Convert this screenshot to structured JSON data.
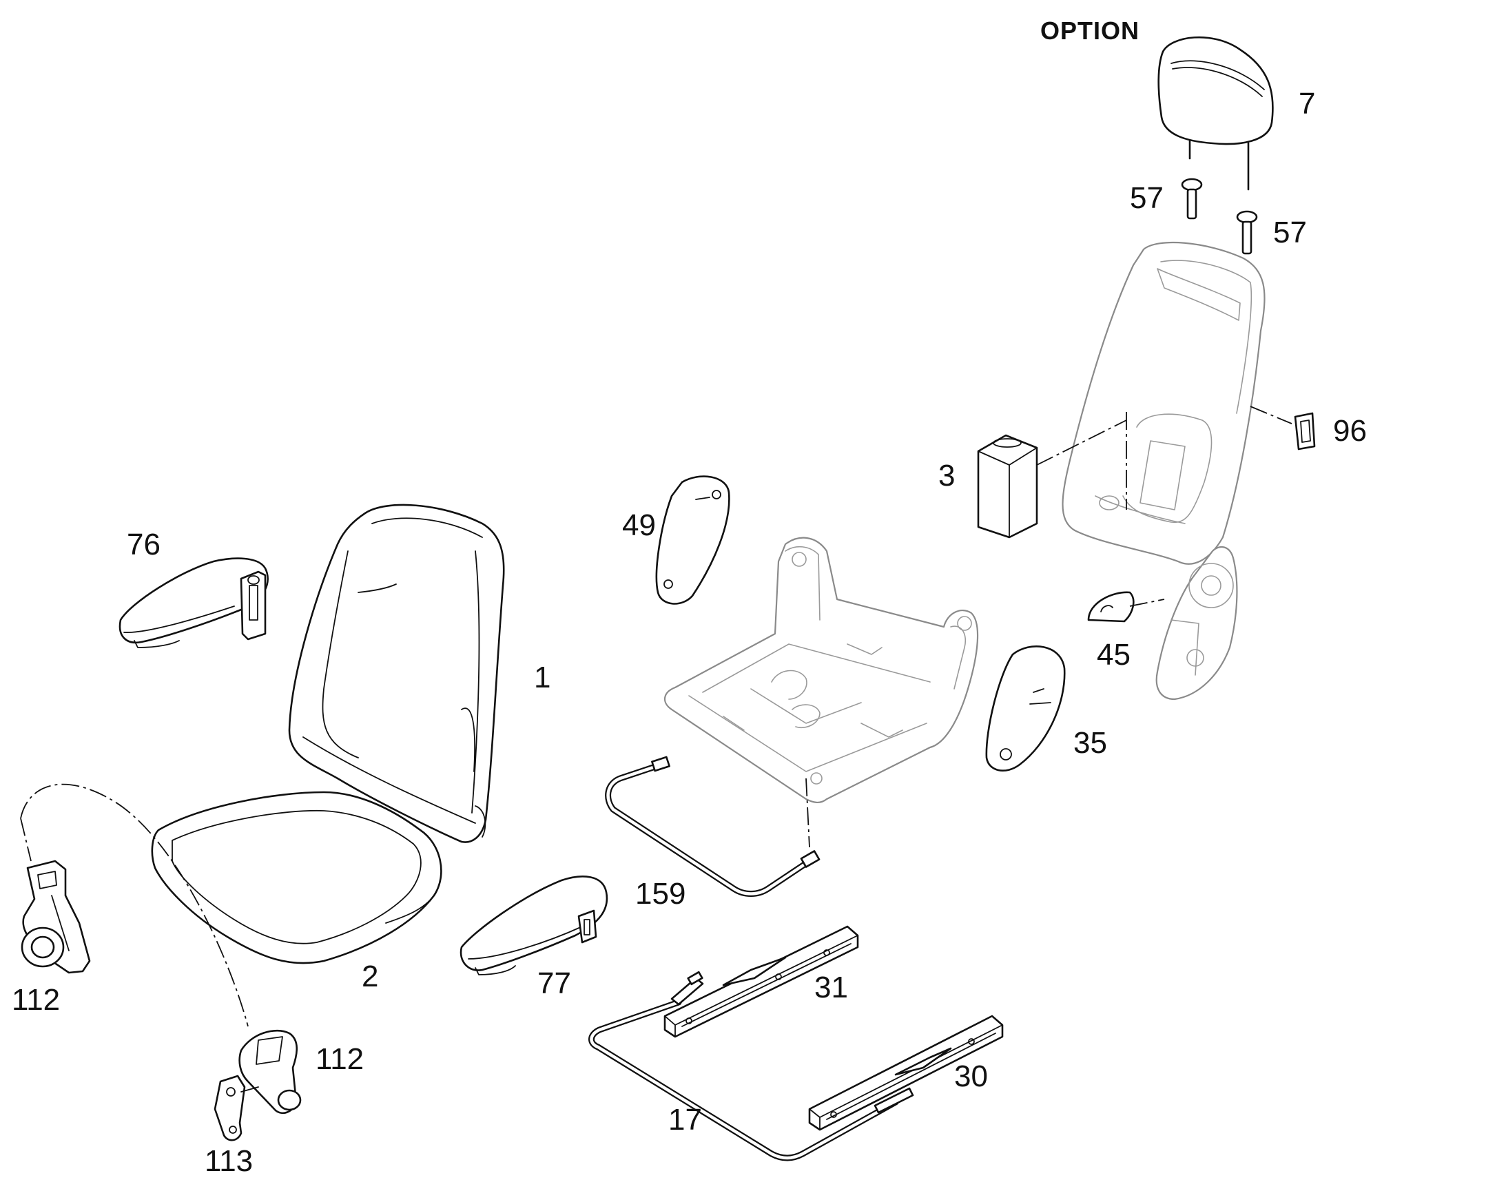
{
  "option_label": "OPTION",
  "callouts": {
    "backrest_cushion": "1",
    "seat_cushion": "2",
    "lumbar_block": "3",
    "headrest": "7",
    "lever_handle": "45",
    "guide_left": "57",
    "guide_right": "57",
    "belt_retractor": "112",
    "belt_buckle": "112",
    "buckle_bracket": "113",
    "armrest_left": "76",
    "armrest_right": "77",
    "side_trim_left": "49",
    "side_trim_right": "35",
    "clip": "96",
    "rail_left": "31",
    "rail_right": "30",
    "rail_link": "17",
    "seat_link": "159"
  },
  "icons": {
    "headrest": "headrest-icon",
    "backrest_frame": "backrest-frame-icon",
    "seat_frame": "seat-frame-icon",
    "cushion": "cushion-icon",
    "armrest": "armrest-icon",
    "seat_belt": "seat-belt-icon",
    "rail": "seat-rail-icon"
  }
}
